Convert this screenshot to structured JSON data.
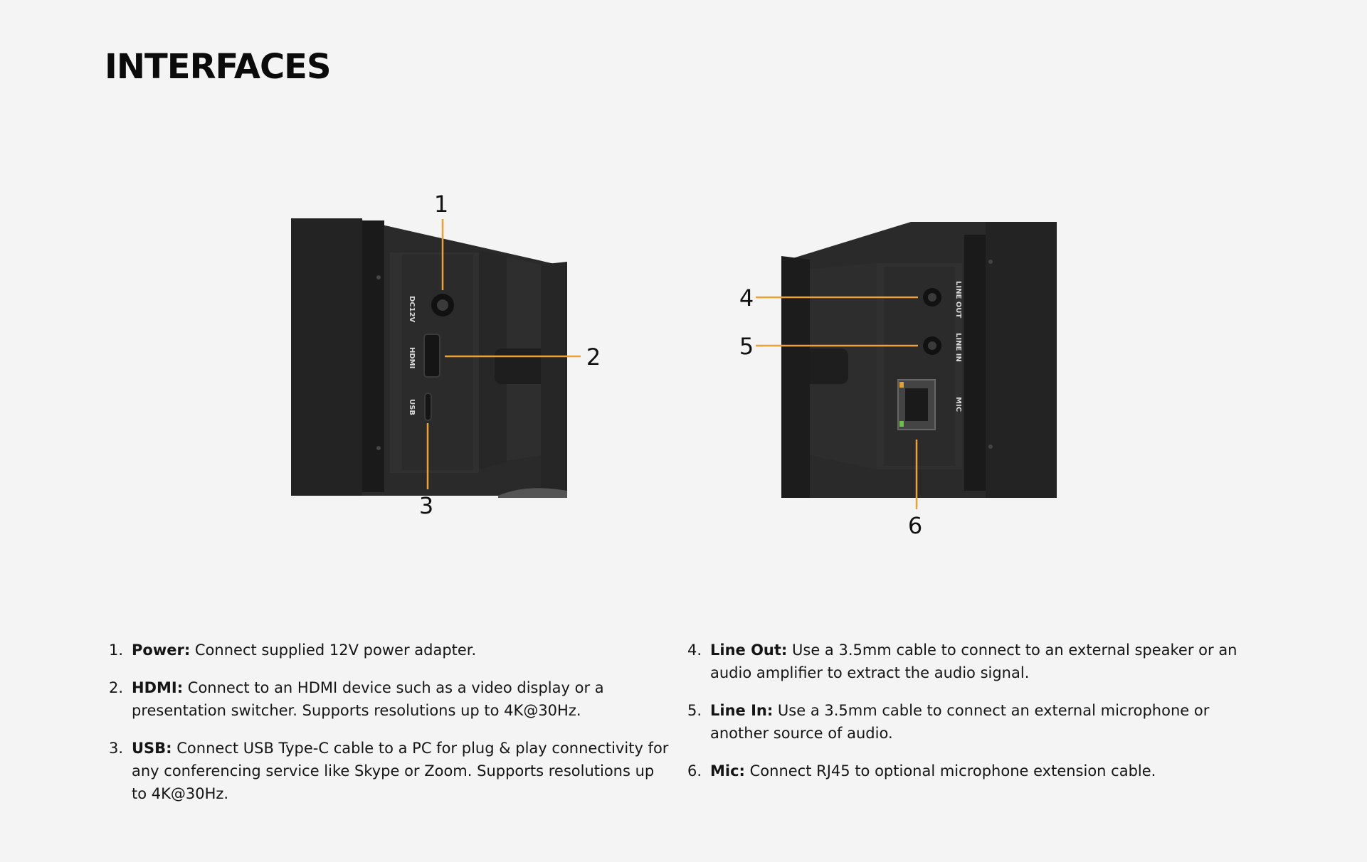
{
  "page": {
    "title": "INTERFACES"
  },
  "figure": {
    "callouts": [
      "1",
      "2",
      "3",
      "4",
      "5",
      "6"
    ],
    "port_labels": {
      "dc": "DC12V",
      "hdmi": "HDMI",
      "usb": "USB",
      "line_out": "LINE OUT",
      "line_in": "LINE IN",
      "mic": "MIC"
    },
    "accent_color": "#f0a030"
  },
  "interfaces": [
    {
      "num": "1.",
      "name": "Power:",
      "desc": " Connect supplied 12V power adapter."
    },
    {
      "num": "2.",
      "name": "HDMI:",
      "desc": " Connect to an HDMI device such as a video display or a presentation switcher. Supports resolutions up to 4K@30Hz."
    },
    {
      "num": "3.",
      "name": "USB:",
      "desc": " Connect USB Type-C cable to a PC for plug & play connectivity for any conferencing service like Skype or Zoom. Supports resolutions up to 4K@30Hz."
    },
    {
      "num": "4.",
      "name": "Line Out:",
      "desc": " Use a 3.5mm cable to connect to an external speaker or an audio amplifier to extract the audio signal."
    },
    {
      "num": "5.",
      "name": "Line In:",
      "desc": " Use a 3.5mm cable to connect an external microphone or another source of audio."
    },
    {
      "num": "6.",
      "name": "Mic:",
      "desc": " Connect RJ45 to optional microphone extension cable."
    }
  ]
}
